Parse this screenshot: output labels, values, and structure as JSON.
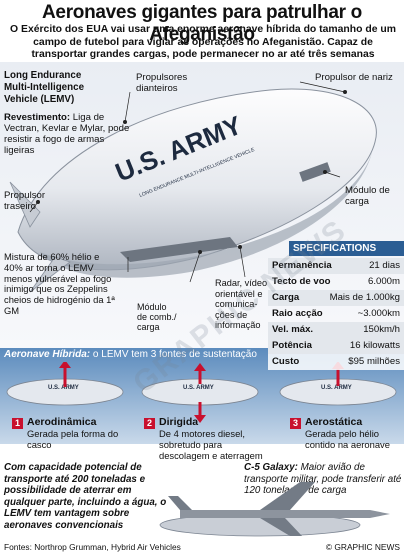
{
  "header": {
    "title": "Aeronaves gigantes para patrulhar o Afeganistão",
    "intro": "O Exército dos EUA vai usar uma enorme aeronave híbrida do tamanho de um campo de futebol para vigiar as operações no Afeganistão. Capaz de transportar grandes cargas, pode permanecer no ar até três semanas"
  },
  "airship": {
    "name_line1": "Long Endurance",
    "name_line2": "Multi-Intelligence",
    "name_line3": "Vehicle (LEMV)",
    "hull_text": "U.S. ARMY",
    "hull_subtext": "LONG ENDURANCE MULTI-INTELLIGENCE VEHICLE",
    "coating_head": "Revestimento:",
    "coating_text": "Liga de Vectran, Kevlar e Mylar, pode resistir a fogo de armas ligeiras",
    "front_props": "Propulsores dianteiros",
    "nose_prop": "Propulsor de nariz",
    "rear_prop": "Propulsor traseiro",
    "cargo_module": "Módulo de carga",
    "gas_mix": "Mistura de 60% hélio e 40% ar torna o LEMV menos vulnerável ao fogo inimigo que os Zeppelins cheios de hidrogénio da 1ª GM",
    "command_module": "Módulo de comb./ carga",
    "radar": "Radar, vídeo orientável e comunica-ções de informação"
  },
  "specs": {
    "heading": "SPECIFICATIONS",
    "rows": [
      {
        "key": "Permanência",
        "value": "21 dias"
      },
      {
        "key": "Tecto de voo",
        "value": "6.000m"
      },
      {
        "key": "Carga",
        "value": "Mais de 1.000kg"
      },
      {
        "key": "Raio acção",
        "value": "~3.000km"
      },
      {
        "key": "Vel. máx.",
        "value": "150km/h"
      },
      {
        "key": "Potência",
        "value": "16 kilowatts"
      },
      {
        "key": "Custo",
        "value": "$95 milhões"
      }
    ]
  },
  "hybrid": {
    "title_bold": "Aeronave Híbrida:",
    "title_rest": " o LEMV tem 3 fontes de sustentação",
    "items": [
      {
        "num": "1",
        "head": "Aerodinâmica",
        "text": "Gerada pela forma do casco"
      },
      {
        "num": "2",
        "head": "Dirigida",
        "text": "De 4 motores diesel, sobretudo para descolagem e aterragem"
      },
      {
        "num": "3",
        "head": "Aerostática",
        "text": "Gerada pelo hélio contido na aeronave"
      }
    ]
  },
  "compare": {
    "left": "Com capacidade potencial de transporte até 200 toneladas e possibilidade de aterrar em qualquer parte, incluindo a água, o LEMV tem vantagem sobre aeronaves convencionais",
    "right_head": "C-5 Galaxy:",
    "right_text": " Maior avião de transporte militar, pode transferir até 120 toneladas de carga"
  },
  "footer": {
    "sources": "Fontes: Northrop Grumman, Hybrid Air Vehicles",
    "credit": "© GRAPHIC NEWS"
  },
  "watermark": "GRAPHIC NEWS",
  "colors": {
    "accent_red": "#c8102e",
    "spec_blue": "#2b5d93",
    "band_blue": "#5b8bbd"
  }
}
